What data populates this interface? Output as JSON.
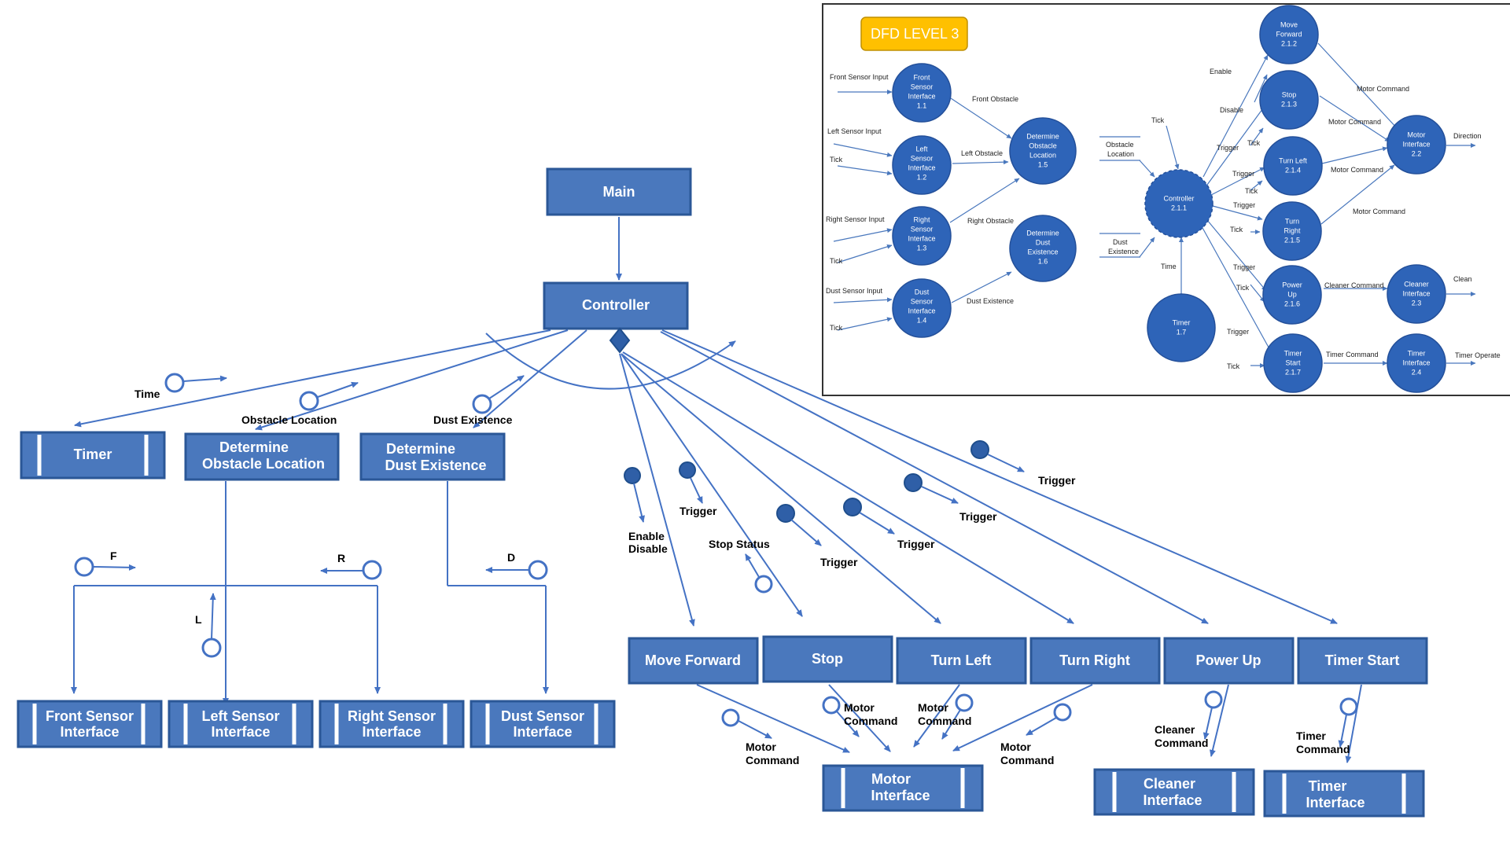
{
  "modules": {
    "main": "Main",
    "controller": "Controller",
    "timer": "Timer",
    "det_obstacle": [
      "Determine",
      "Obstacle Location"
    ],
    "det_dust": [
      "Determine",
      "Dust Existence"
    ],
    "front_sensor": [
      "Front Sensor",
      "Interface"
    ],
    "left_sensor": [
      "Left Sensor",
      "Interface"
    ],
    "right_sensor": [
      "Right Sensor",
      "Interface"
    ],
    "dust_sensor": [
      "Dust Sensor",
      "Interface"
    ],
    "move_forward": "Move Forward",
    "stop": "Stop",
    "turn_left": "Turn Left",
    "turn_right": "Turn Right",
    "power_up": "Power Up",
    "timer_start": "Timer Start",
    "motor_interface": [
      "Motor",
      "Interface"
    ],
    "cleaner_interface": [
      "Cleaner",
      "Interface"
    ],
    "timer_interface": [
      "Timer",
      "Interface"
    ]
  },
  "couples": {
    "time": "Time",
    "obstacle_location": "Obstacle Location",
    "dust_existence": "Dust Existence",
    "f": "F",
    "r": "R",
    "l": "L",
    "d": "D",
    "enable_disable": [
      "Enable",
      "Disable"
    ],
    "trigger": "Trigger",
    "stop_status": "Stop Status",
    "motor_command": [
      "Motor",
      "Command"
    ],
    "cleaner_command": [
      "Cleaner",
      "Command"
    ],
    "timer_command": [
      "Timer",
      "Command"
    ]
  },
  "dfd": {
    "title": "DFD LEVEL 3",
    "bubbles": {
      "front": [
        "Front",
        "Sensor",
        "Interface",
        "1.1"
      ],
      "left": [
        "Left",
        "Sensor",
        "Interface",
        "1.2"
      ],
      "right": [
        "Right",
        "Sensor",
        "Interface",
        "1.3"
      ],
      "dust": [
        "Dust",
        "Sensor",
        "Interface",
        "1.4"
      ],
      "det_obs": [
        "Determine",
        "Obstacle",
        "Location",
        "1.5"
      ],
      "det_dust": [
        "Determine",
        "Dust",
        "Existence",
        "1.6"
      ],
      "timer": [
        "Timer",
        "1.7"
      ],
      "controller": [
        "Controller",
        "2.1.1"
      ],
      "move_fwd": [
        "Move",
        "Forward",
        "2.1.2"
      ],
      "stop": [
        "Stop",
        "2.1.3"
      ],
      "turn_left": [
        "Turn Left",
        "2.1.4"
      ],
      "turn_right": [
        "Turn",
        "Right",
        "2.1.5"
      ],
      "power_up": [
        "Power",
        "Up",
        "2.1.6"
      ],
      "timer_start": [
        "Timer",
        "Start",
        "2.1.7"
      ],
      "motor_if": [
        "Motor",
        "Interface",
        "2.2"
      ],
      "cleaner_if": [
        "Cleaner",
        "Interface",
        "2.3"
      ],
      "timer_if": [
        "Timer",
        "Interface",
        "2.4"
      ]
    },
    "flows": {
      "front_sensor_input": "Front Sensor Input",
      "left_sensor_input": "Left Sensor Input",
      "right_sensor_input": "Right Sensor Input",
      "dust_sensor_input": "Dust Sensor Input",
      "tick": "Tick",
      "front_obstacle": "Front Obstacle",
      "left_obstacle": "Left Obstacle",
      "right_obstacle": "Right Obstacle",
      "dust_existence": "Dust Existence",
      "obstacle_location": [
        "Obstacle",
        "Location"
      ],
      "dust_existence_store": [
        "Dust",
        "Existence"
      ],
      "time": "Time",
      "enable": "Enable",
      "disable": "Disable",
      "trigger": "Trigger",
      "motor_command": "Motor Command",
      "cleaner_command": "Cleaner Command",
      "timer_command": "Timer Command",
      "direction": "Direction",
      "clean": "Clean",
      "timer_operate": "Timer Operate"
    }
  }
}
